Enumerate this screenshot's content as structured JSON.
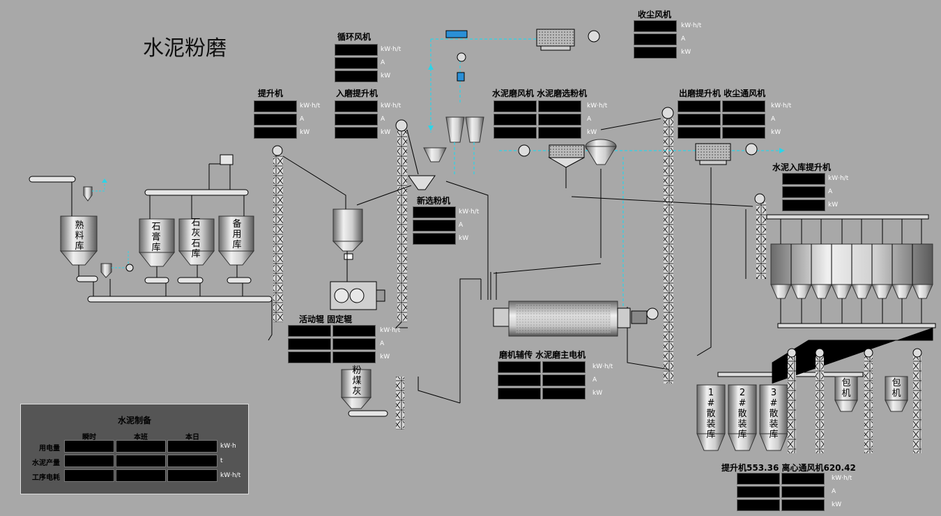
{
  "page_title": "水泥粉磨",
  "units3": [
    "kW·h/t",
    "A",
    "kW"
  ],
  "panels": {
    "dust_fan": {
      "label": "收尘风机"
    },
    "circ_fan": {
      "label": "循环风机"
    },
    "elevator": {
      "label": "提升机"
    },
    "mill_inlet_elevator": {
      "label": "入磨提升机"
    },
    "cement_mill_fan_separator": {
      "label": "水泥磨风机 水泥磨选粉机"
    },
    "mill_outlet_elevator_dust_fan": {
      "label": "出磨提升机 收尘通风机"
    },
    "new_separator": {
      "label": "新选粉机"
    },
    "cement_warehouse_elevator": {
      "label": "水泥入库提升机"
    },
    "rollers": {
      "label": "活动辊    固定辊"
    },
    "mill_aux_main_motor": {
      "label": "磨机辅传  水泥磨主电机"
    },
    "elevator_centrifugal_fan": {
      "label": "提升机553.36  离心通风机620.42"
    }
  },
  "silos": {
    "clinker": "熟\n料\n库",
    "gypsum": "石\n膏\n库",
    "limestone": "石\n灰\n石\n库",
    "spare": "备\n用\n库",
    "coal_ash": "粉\n煤\n灰",
    "bulk1": "1\n#\n散\n装\n库",
    "bulk2": "2\n#\n散\n装\n库",
    "bulk3": "3\n#\n散\n装\n库",
    "pack1": "包\n机",
    "pack2": "包\n机"
  },
  "summary": {
    "title": "水泥制备",
    "columns": [
      "瞬时",
      "本班",
      "本日"
    ],
    "rows": [
      {
        "label": "用电量",
        "unit": "kW·h"
      },
      {
        "label": "水泥产量",
        "unit": "t"
      },
      {
        "label": "工序电耗",
        "unit": "kW·h/t"
      }
    ]
  }
}
